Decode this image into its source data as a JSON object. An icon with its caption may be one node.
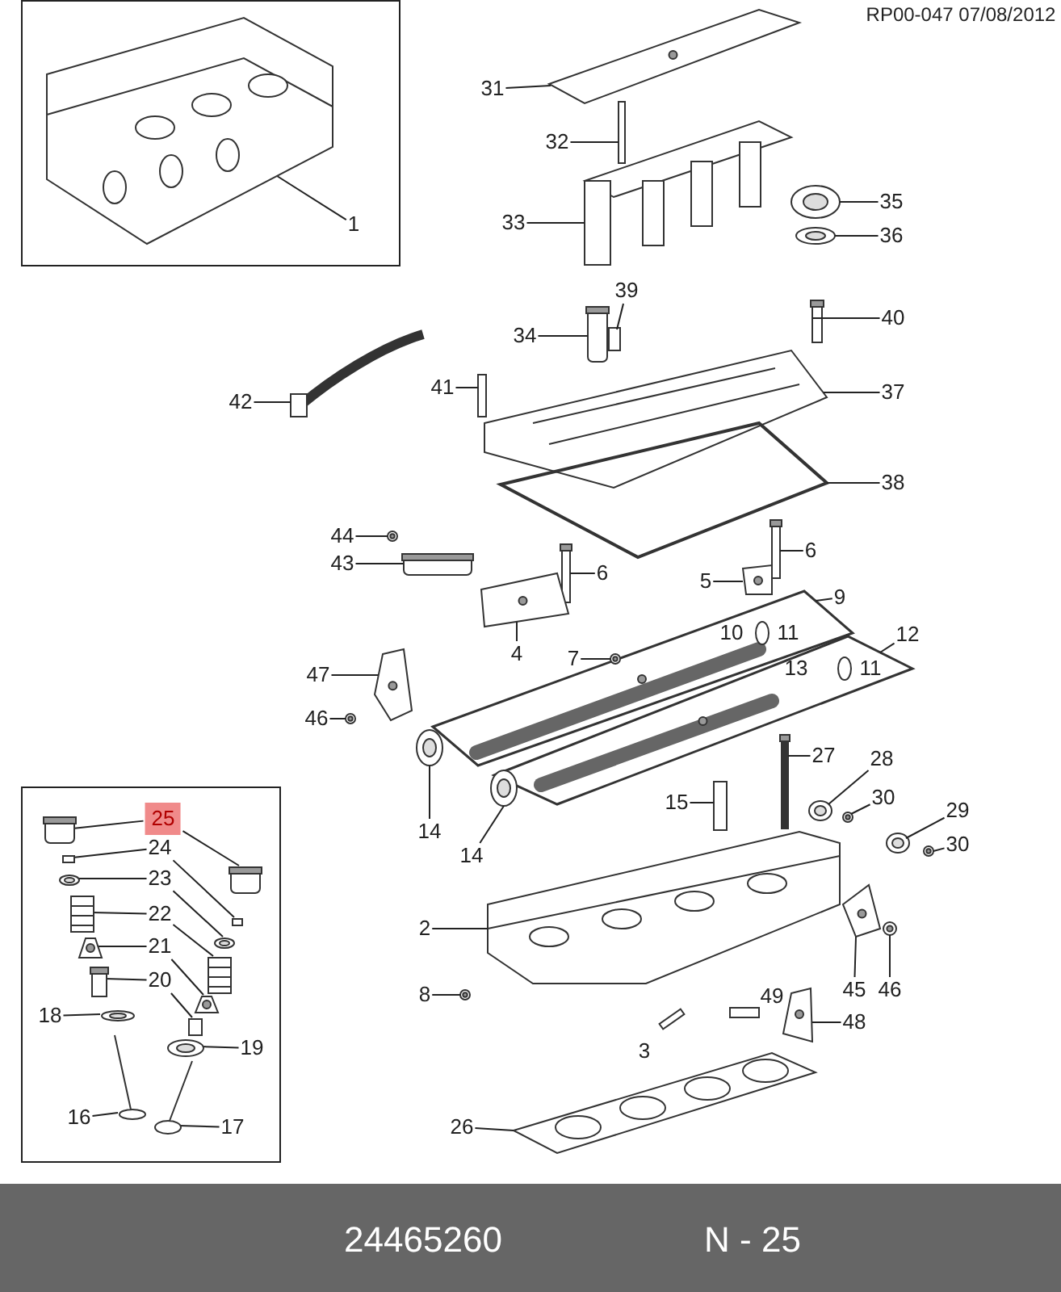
{
  "diagram": {
    "nodes": [
      {
        "text": [],
        "shape": "box"
      },
      {
        "text": [
          "1"
        ],
        "in": 0
      },
      {
        "text": [
          "31"
        ]
      },
      {
        "text": [
          "32"
        ]
      },
      {
        "text": [
          "33"
        ]
      },
      {
        "text": [
          "35"
        ]
      },
      {
        "text": [
          "36"
        ]
      },
      {
        "text": [
          "39"
        ]
      },
      {
        "text": [
          "34"
        ]
      },
      {
        "text": [
          "40"
        ]
      },
      {
        "text": [
          "42"
        ]
      },
      {
        "text": [
          "41"
        ]
      },
      {
        "text": [
          "37"
        ]
      },
      {
        "text": [
          "38"
        ]
      },
      {
        "text": [
          "44"
        ]
      },
      {
        "text": [
          "43"
        ]
      },
      {
        "text": [
          "6"
        ]
      },
      {
        "text": [
          "6"
        ]
      },
      {
        "text": [
          "5"
        ]
      },
      {
        "text": [
          "9"
        ]
      },
      {
        "text": [
          "12"
        ]
      },
      {
        "text": [
          "4"
        ]
      },
      {
        "text": [
          "7"
        ]
      },
      {
        "text": [
          "47"
        ]
      },
      {
        "text": [
          "46"
        ]
      },
      {
        "text": [
          "14"
        ]
      },
      {
        "text": [
          "14"
        ]
      },
      {
        "text": [],
        "shape": "box"
      },
      {
        "text": [
          "25"
        ],
        "in": 27
      },
      {
        "text": [
          "24"
        ],
        "in": 27
      },
      {
        "text": [
          "23"
        ],
        "in": 27
      },
      {
        "text": [
          "22"
        ],
        "in": 27
      },
      {
        "text": [
          "21"
        ],
        "in": 27
      },
      {
        "text": [
          "20"
        ],
        "in": 27
      },
      {
        "text": [
          "18"
        ],
        "in": 27
      },
      {
        "text": [
          "19"
        ],
        "in": 27
      },
      {
        "text": [
          "16"
        ],
        "in": 27
      },
      {
        "text": [
          "17"
        ],
        "in": 27
      },
      {
        "text": [
          "15"
        ]
      },
      {
        "text": [
          "27"
        ]
      },
      {
        "text": [
          "28"
        ]
      },
      {
        "text": [
          "30"
        ]
      },
      {
        "text": [
          "29"
        ]
      },
      {
        "text": [
          "30"
        ]
      },
      {
        "text": [
          "2"
        ]
      },
      {
        "text": [
          "8"
        ]
      },
      {
        "text": [
          "45"
        ]
      },
      {
        "text": [
          "46"
        ]
      },
      {
        "text": [
          "48"
        ]
      },
      {
        "text": [
          "26"
        ]
      },
      {
        "text": [],
        "shape": "picture",
        "in": 0
      },
      {
        "text": [],
        "shape": "picture"
      },
      {
        "text": [],
        "shape": "bar"
      },
      {
        "text": [],
        "shape": "picture"
      },
      {
        "text": [],
        "shape": "picture"
      },
      {
        "text": [],
        "shape": "picture"
      },
      {
        "text": [],
        "shape": "bar"
      },
      {
        "text": [],
        "shape": "picture"
      },
      {
        "text": [],
        "shape": "picture"
      },
      {
        "text": [],
        "shape": "picture"
      },
      {
        "text": [],
        "shape": "bar"
      },
      {
        "text": [],
        "shape": "picture"
      },
      {
        "text": [],
        "shape": "picture"
      },
      {
        "text": [],
        "shape": "picture"
      },
      {
        "text": [],
        "shape": "picture"
      },
      {
        "text": [],
        "shape": "picture"
      },
      {
        "text": [],
        "shape": "picture"
      },
      {
        "text": [],
        "shape": "picture"
      },
      {
        "text": [],
        "shape": "picture"
      },
      {
        "text": [],
        "shape": "picture"
      },
      {
        "text": [],
        "shape": "picture"
      },
      {
        "text": [],
        "shape": "picture"
      },
      {
        "text": [],
        "shape": "picture"
      },
      {
        "text": [],
        "shape": "picture"
      },
      {
        "text": [],
        "shape": "picture"
      },
      {
        "text": [],
        "shape": "picture"
      },
      {
        "text": [],
        "shape": "picture",
        "in": 27
      },
      {
        "text": [],
        "shape": "picture",
        "in": 27
      },
      {
        "text": [],
        "shape": "bar",
        "in": 27
      },
      {
        "text": [],
        "shape": "bar",
        "in": 27
      },
      {
        "text": [],
        "shape": "picture",
        "in": 27
      },
      {
        "text": [],
        "shape": "picture",
        "in": 27
      },
      {
        "text": [],
        "shape": "picture",
        "in": 27
      },
      {
        "text": [],
        "shape": "picture",
        "in": 27
      },
      {
        "text": [],
        "shape": "picture",
        "in": 27
      },
      {
        "text": [],
        "shape": "picture",
        "in": 27
      },
      {
        "text": [],
        "shape": "picture",
        "in": 27
      },
      {
        "text": [],
        "shape": "bar",
        "in": 27
      },
      {
        "text": [],
        "shape": "picture",
        "in": 27
      },
      {
        "text": [],
        "shape": "picture",
        "in": 27
      },
      {
        "text": [],
        "shape": "picture",
        "in": 27
      },
      {
        "text": [],
        "shape": "picture",
        "in": 27
      },
      {
        "text": [],
        "shape": "bar"
      },
      {
        "text": [],
        "shape": "picture"
      },
      {
        "text": [],
        "shape": "picture"
      },
      {
        "text": [],
        "shape": "picture"
      },
      {
        "text": [],
        "shape": "picture"
      },
      {
        "text": [],
        "shape": "picture"
      },
      {
        "text": [],
        "shape": "picture"
      },
      {
        "text": [],
        "shape": "picture"
      },
      {
        "text": [],
        "shape": "picture"
      },
      {
        "text": [],
        "shape": "picture"
      },
      {
        "text": [],
        "shape": "picture"
      },
      {
        "text": [],
        "shape": "picture"
      }
    ],
    "edges": [
      {
        "from": 1,
        "to": 50,
        "arrow": "none"
      },
      {
        "from": 2,
        "to": 51,
        "arrow": "none"
      },
      {
        "from": 3,
        "to": 52,
        "arrow": "none"
      },
      {
        "from": 4,
        "to": 53,
        "arrow": "none"
      },
      {
        "from": 5,
        "to": 54,
        "arrow": "none"
      },
      {
        "from": 6,
        "to": 55,
        "arrow": "none"
      },
      {
        "from": 7,
        "to": 56,
        "arrow": "none"
      },
      {
        "from": 8,
        "to": 57,
        "arrow": "none"
      },
      {
        "from": 9,
        "to": 58,
        "arrow": "none"
      },
      {
        "from": 10,
        "to": 59,
        "arrow": "none"
      },
      {
        "from": 11,
        "to": 60,
        "arrow": "none"
      },
      {
        "from": 12,
        "to": 61,
        "arrow": "none"
      },
      {
        "from": 13,
        "to": 62,
        "arrow": "none"
      },
      {
        "from": 14,
        "to": 63,
        "arrow": "none"
      },
      {
        "from": 15,
        "to": 64,
        "arrow": "none"
      },
      {
        "from": 16,
        "to": 65,
        "arrow": "none"
      },
      {
        "from": 17,
        "to": 66,
        "arrow": "none"
      },
      {
        "from": 18,
        "to": 67,
        "arrow": "none"
      },
      {
        "from": 19,
        "to": 68,
        "arrow": "none"
      },
      {
        "from": 20,
        "to": 69,
        "arrow": "none"
      },
      {
        "from": 21,
        "to": 70,
        "arrow": "none"
      },
      {
        "from": 22,
        "to": 71,
        "arrow": "none"
      },
      {
        "from": 23,
        "to": 72,
        "arrow": "none"
      },
      {
        "from": 24,
        "to": 73,
        "arrow": "none"
      },
      {
        "from": 25,
        "to": 74,
        "arrow": "none"
      },
      {
        "from": 26,
        "to": 75,
        "arrow": "none"
      },
      {
        "from": 28,
        "to": 76,
        "arrow": "none"
      },
      {
        "from": 28,
        "to": 77,
        "arrow": "none"
      },
      {
        "from": 29,
        "to": 78,
        "arrow": "none"
      },
      {
        "from": 29,
        "to": 79,
        "arrow": "none"
      },
      {
        "from": 30,
        "to": 80,
        "arrow": "none"
      },
      {
        "from": 30,
        "to": 81,
        "arrow": "none"
      },
      {
        "from": 31,
        "to": 82,
        "arrow": "none"
      },
      {
        "from": 31,
        "to": 83,
        "arrow": "none"
      },
      {
        "from": 32,
        "to": 84,
        "arrow": "none"
      },
      {
        "from": 32,
        "to": 85,
        "arrow": "none"
      },
      {
        "from": 33,
        "to": 86,
        "arrow": "none"
      },
      {
        "from": 33,
        "to": 87,
        "arrow": "none"
      },
      {
        "from": 34,
        "to": 88,
        "arrow": "none"
      },
      {
        "from": 35,
        "to": 89,
        "arrow": "none"
      },
      {
        "from": 36,
        "to": 90,
        "arrow": "none"
      },
      {
        "from": 37,
        "to": 91,
        "arrow": "none"
      },
      {
        "from": 38,
        "to": 92,
        "arrow": "none"
      },
      {
        "from": 39,
        "to": 93,
        "arrow": "none"
      },
      {
        "from": 40,
        "to": 94,
        "arrow": "none"
      },
      {
        "from": 41,
        "to": 95,
        "arrow": "none"
      },
      {
        "from": 42,
        "to": 96,
        "arrow": "none"
      },
      {
        "from": 43,
        "to": 97,
        "arrow": "none"
      },
      {
        "from": 44,
        "to": 98,
        "arrow": "none"
      },
      {
        "from": 45,
        "to": 99,
        "arrow": "none"
      },
      {
        "from": 46,
        "to": 100,
        "arrow": "none"
      },
      {
        "from": 47,
        "to": 101,
        "arrow": "none"
      },
      {
        "from": 48,
        "to": 102,
        "arrow": "none"
      },
      {
        "from": 49,
        "to": 103,
        "arrow": "none"
      }
    ],
    "labels": [
      "RP00-047 07/08/2012",
      "10",
      "11",
      "13",
      "11",
      "49",
      "3",
      "24465260",
      "N - 25"
    ]
  }
}
